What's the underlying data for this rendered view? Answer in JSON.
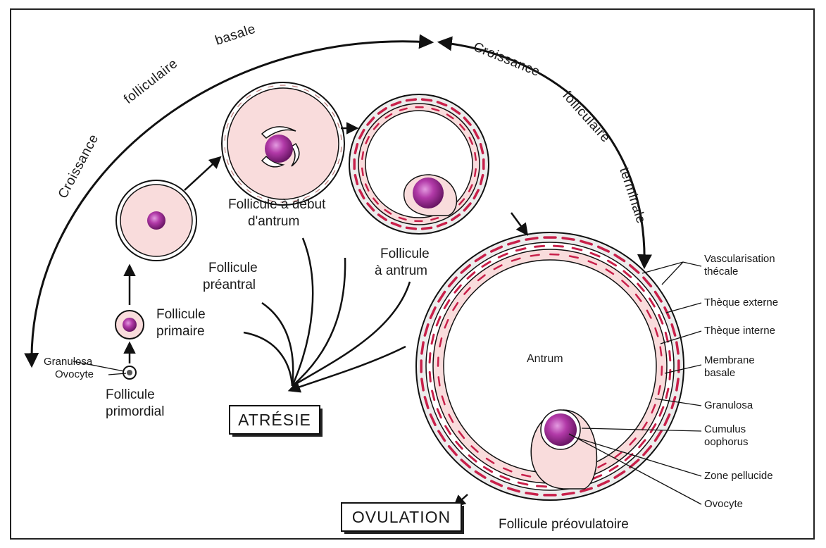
{
  "growth_arcs": {
    "basal": [
      "Croissance",
      "folliculaire",
      "basale"
    ],
    "terminal": [
      "Croissance",
      "folliculaire",
      "terminale"
    ]
  },
  "stages": {
    "primordial": [
      "Follicule",
      "primordial"
    ],
    "primordial_parts": [
      "Granulosa",
      "Ovocyte"
    ],
    "primary": [
      "Follicule",
      "primaire"
    ],
    "preantral": [
      "Follicule",
      "préantral"
    ],
    "early_antrum": [
      "Follicule à début",
      "d'antrum"
    ],
    "antral": [
      "Follicule",
      "à antrum"
    ],
    "preovulatory": "Follicule préovulatoire"
  },
  "inner_label": "Antrum",
  "outcomes": {
    "atresia": "ATRÉSIE",
    "ovulation": "OVULATION"
  },
  "structure_labels": {
    "vascular": [
      "Vascularisation",
      "thécale"
    ],
    "theca_externa": "Thèque externe",
    "theca_interna": "Thèque interne",
    "basement_membrane": [
      "Membrane",
      "basale"
    ],
    "granulosa": "Granulosa",
    "cumulus": [
      "Cumulus",
      "oophorus"
    ],
    "zona": "Zone pellucide",
    "oocyte": "Ovocyte"
  },
  "colors": {
    "follicle_fill": "#f9dcdc",
    "theca_fill": "#ececec",
    "oocyte": "#a62e9e",
    "oocyte_highlight": "#e39be0",
    "vessel": "#c8204a",
    "outline": "#1a1a1a"
  }
}
